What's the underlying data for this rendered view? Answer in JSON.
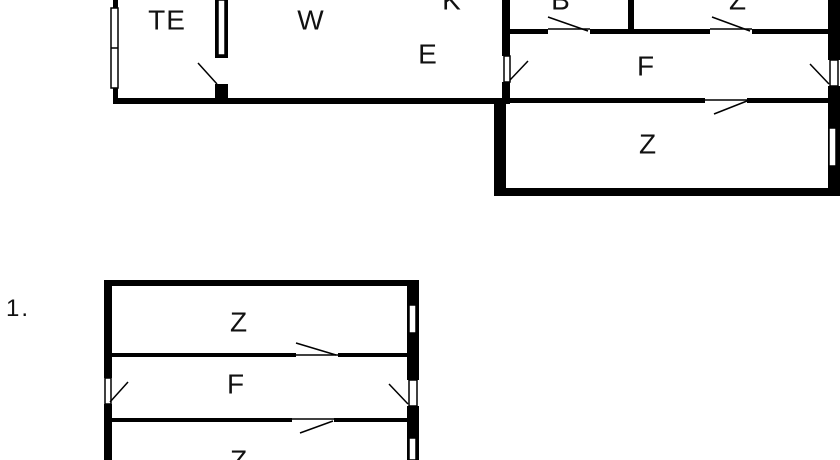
{
  "floors": [
    {
      "label": "",
      "rooms": [
        "TE",
        "W",
        "K",
        "E",
        "B",
        "Z",
        "F",
        "Z"
      ]
    },
    {
      "label": "1.",
      "rooms": [
        "Z",
        "F",
        "Z"
      ]
    }
  ],
  "colors": {
    "wall": "#000000",
    "background": "#ffffff",
    "text": "#111111"
  }
}
